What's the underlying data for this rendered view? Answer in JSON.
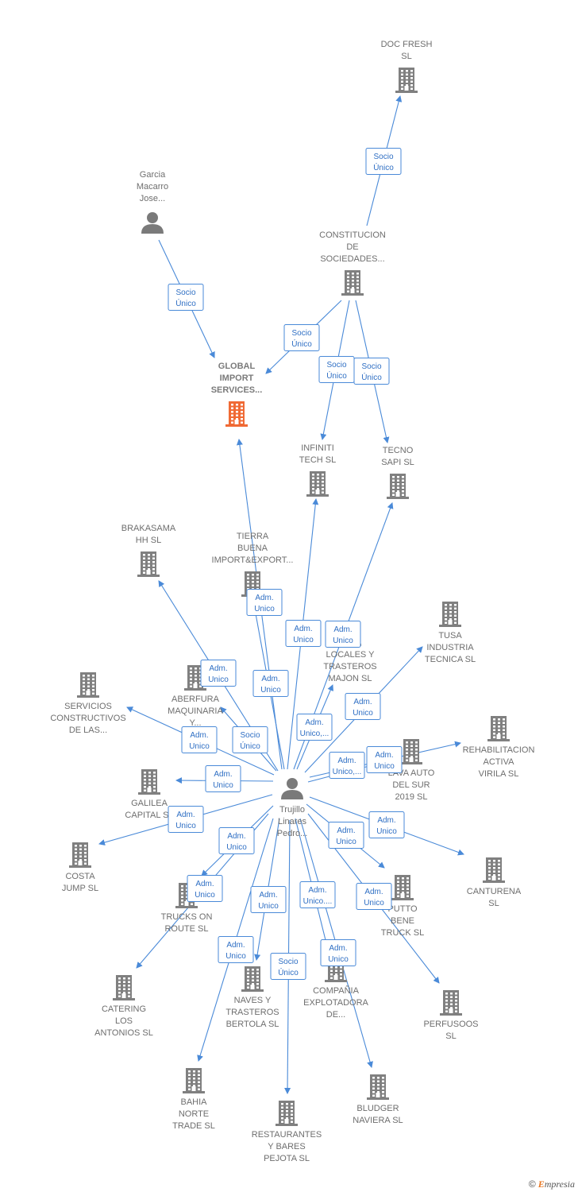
{
  "colors": {
    "edge": "#4a8ad8",
    "company": "#808080",
    "main": "#f06a35",
    "person": "#7a7a7a"
  },
  "nodes": [
    {
      "id": "doc_fresh",
      "type": "company",
      "lines": [
        "DOC FRESH",
        "SL"
      ]
    },
    {
      "id": "garcia",
      "type": "person",
      "lines": [
        "Garcia",
        "Macarro",
        "Jose..."
      ]
    },
    {
      "id": "constitucion",
      "type": "company",
      "lines": [
        "CONSTITUCION",
        "DE",
        "SOCIEDADES..."
      ]
    },
    {
      "id": "global",
      "type": "main",
      "lines": [
        "GLOBAL",
        "IMPORT",
        "SERVICES..."
      ]
    },
    {
      "id": "infiniti",
      "type": "company",
      "lines": [
        "INFINITI",
        "TECH  SL"
      ]
    },
    {
      "id": "tecno",
      "type": "company",
      "lines": [
        "TECNO",
        "SAPI  SL"
      ]
    },
    {
      "id": "brakasama",
      "type": "company",
      "lines": [
        "BRAKASAMA",
        "HH  SL"
      ]
    },
    {
      "id": "tierra",
      "type": "company",
      "lines": [
        "TIERRA",
        "BUENA",
        "IMPORT&EXPORT..."
      ]
    },
    {
      "id": "locales",
      "type": "company",
      "lines": [
        "LOCALES Y",
        "TRASTEROS",
        "MAJON  SL"
      ]
    },
    {
      "id": "tusa",
      "type": "company",
      "lines": [
        "TUSA",
        "INDUSTRIA",
        "TECNICA  SL"
      ]
    },
    {
      "id": "servicios",
      "type": "company",
      "lines": [
        "SERVICIOS",
        "CONSTRUCTIVOS",
        "DE LAS..."
      ]
    },
    {
      "id": "aberfura",
      "type": "company",
      "lines": [
        "ABERFURA",
        "MAQUINARIA",
        "Y..."
      ]
    },
    {
      "id": "rehabilitacion",
      "type": "company",
      "lines": [
        "REHABILITACION",
        "ACTIVA",
        "VIRILA  SL"
      ]
    },
    {
      "id": "lava",
      "type": "company",
      "lines": [
        "LAVA AUTO",
        "DEL SUR",
        "2019  SL"
      ]
    },
    {
      "id": "galilea",
      "type": "company",
      "lines": [
        "GALILEA",
        "CAPITAL  SL"
      ]
    },
    {
      "id": "trujillo",
      "type": "person",
      "lines": [
        "Trujillo",
        "Linares",
        "Pedro..."
      ]
    },
    {
      "id": "costa",
      "type": "company",
      "lines": [
        "COSTA",
        "JUMP  SL"
      ]
    },
    {
      "id": "canturena",
      "type": "company",
      "lines": [
        "CANTURENA",
        "SL"
      ]
    },
    {
      "id": "trucks",
      "type": "company",
      "lines": [
        "TRUCKS ON",
        "ROUTE  SL"
      ]
    },
    {
      "id": "putto",
      "type": "company",
      "lines": [
        "PUTTO",
        "BENE",
        "TRUCK  SL"
      ]
    },
    {
      "id": "catering",
      "type": "company",
      "lines": [
        "CATERING",
        "LOS",
        "ANTONIOS  SL"
      ]
    },
    {
      "id": "naves",
      "type": "company",
      "lines": [
        "NAVES Y",
        "TRASTEROS",
        "BERTOLA  SL"
      ]
    },
    {
      "id": "compania",
      "type": "company",
      "lines": [
        "COMPAÑIA",
        "EXPLOTADORA",
        "DE..."
      ]
    },
    {
      "id": "perfusoos",
      "type": "company",
      "lines": [
        "PERFUSOOS",
        "SL"
      ]
    },
    {
      "id": "bahia",
      "type": "company",
      "lines": [
        "BAHIA",
        "NORTE",
        "TRADE  SL"
      ]
    },
    {
      "id": "bludger",
      "type": "company",
      "lines": [
        "BLUDGER",
        "NAVIERA  SL"
      ]
    },
    {
      "id": "restaurantes",
      "type": "company",
      "lines": [
        "RESTAURANTES",
        "Y BARES",
        "PEJOTA  SL"
      ]
    }
  ],
  "edges": [
    {
      "from": "constitucion",
      "to": "doc_fresh",
      "label": [
        "Socio",
        "Único"
      ]
    },
    {
      "from": "garcia",
      "to": "global",
      "label": [
        "Socio",
        "Único"
      ]
    },
    {
      "from": "constitucion",
      "to": "global",
      "label": [
        "Socio",
        "Único"
      ]
    },
    {
      "from": "constitucion",
      "to": "infiniti",
      "label": [
        "Socio",
        "Único"
      ]
    },
    {
      "from": "constitucion",
      "to": "tecno",
      "label": [
        "Socio",
        "Único"
      ]
    },
    {
      "from": "trujillo",
      "to": "global",
      "label": [
        "Adm.",
        "Unico"
      ]
    },
    {
      "from": "trujillo",
      "to": "infiniti",
      "label": [
        "Adm.",
        "Unico"
      ]
    },
    {
      "from": "trujillo",
      "to": "tecno",
      "label": [
        "Adm.",
        "Unico"
      ]
    },
    {
      "from": "trujillo",
      "to": "brakasama",
      "label": [
        "Adm.",
        "Unico"
      ]
    },
    {
      "from": "trujillo",
      "to": "tierra",
      "label": [
        "Adm.",
        "Unico"
      ]
    },
    {
      "from": "trujillo",
      "to": "locales",
      "label": [
        "Adm.",
        "Unico,..."
      ]
    },
    {
      "from": "trujillo",
      "to": "tusa",
      "label": [
        "Adm.",
        "Unico"
      ]
    },
    {
      "from": "trujillo",
      "to": "servicios",
      "label": [
        "Adm.",
        "Unico"
      ]
    },
    {
      "from": "trujillo",
      "to": "aberfura",
      "label": [
        "Socio",
        "Único"
      ]
    },
    {
      "from": "trujillo",
      "to": "rehabilitacion",
      "label": [
        "Adm.",
        "Unico"
      ]
    },
    {
      "from": "trujillo",
      "to": "lava",
      "label": [
        "Adm.",
        "Unico,..."
      ]
    },
    {
      "from": "trujillo",
      "to": "galilea",
      "label": [
        "Adm.",
        "Unico"
      ]
    },
    {
      "from": "trujillo",
      "to": "costa",
      "label": [
        "Adm.",
        "Unico"
      ]
    },
    {
      "from": "trujillo",
      "to": "canturena",
      "label": [
        "Adm.",
        "Unico"
      ]
    },
    {
      "from": "trujillo",
      "to": "trucks",
      "label": [
        "Adm.",
        "Unico"
      ]
    },
    {
      "from": "trujillo",
      "to": "putto",
      "label": [
        "Adm.",
        "Unico"
      ]
    },
    {
      "from": "trujillo",
      "to": "catering",
      "label": [
        "Adm.",
        "Unico"
      ]
    },
    {
      "from": "trujillo",
      "to": "naves",
      "label": [
        "Adm.",
        "Unico"
      ]
    },
    {
      "from": "trujillo",
      "to": "compania",
      "label": [
        "Adm.",
        "Unico...."
      ]
    },
    {
      "from": "trujillo",
      "to": "perfusoos",
      "label": [
        "Adm.",
        "Unico"
      ]
    },
    {
      "from": "trujillo",
      "to": "bahia",
      "label": [
        "Adm.",
        "Unico"
      ]
    },
    {
      "from": "trujillo",
      "to": "bludger",
      "label": [
        "Adm.",
        "Unico"
      ]
    },
    {
      "from": "trujillo",
      "to": "restaurantes",
      "label": [
        "Socio",
        "Único"
      ]
    }
  ],
  "footer": {
    "copyright": "©",
    "brand_initial": "E",
    "brand_rest": "mpresia"
  }
}
